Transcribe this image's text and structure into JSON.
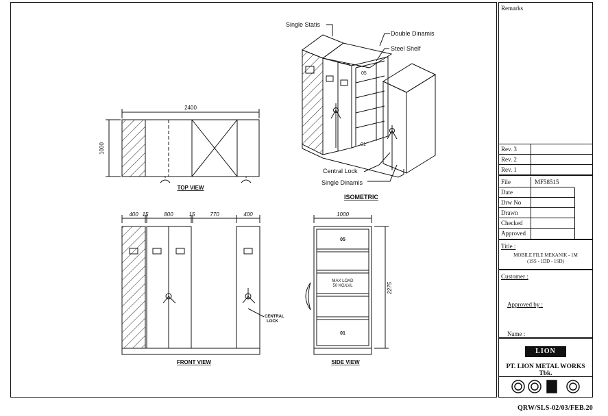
{
  "drawing": {
    "top_view": {
      "width_dim": "2400",
      "depth_dim": "1000",
      "caption": "TOP VIEW"
    },
    "front_view": {
      "dims": [
        "400",
        "15",
        "800",
        "15",
        "770",
        "400"
      ],
      "caption": "FRONT VIEW",
      "lock_label_1": "CENTRAL",
      "lock_label_2": "LOCK"
    },
    "side_view": {
      "width_dim": "1000",
      "height_dim": "2275",
      "shelf_top": "05",
      "max_load_1": "MAX LOAD",
      "max_load_2": "50 KG/LVL",
      "shelf_bottom": "01",
      "caption": "SIDE VIEW"
    },
    "isometric": {
      "caption": "ISOMETRIC",
      "callouts": [
        "Single Statis",
        "Double Dinamis",
        "Steel Shelf",
        "Central Lock",
        "Single Dinamis"
      ],
      "shelf_top": "05",
      "shelf_bottom": "01"
    }
  },
  "title_block": {
    "remarks": "Remarks",
    "rev3": "Rev. 3",
    "rev2": "Rev. 2",
    "rev1": "Rev. 1",
    "file_label": "File",
    "file_value": "MF58515",
    "date_label": "Date",
    "drwno_label": "Drw No",
    "drawn_label": "Drawn",
    "checked_label": "Checked",
    "approved_label": "Approved",
    "title_label": "Title :",
    "title_line1": "MOBILE FILE MEKANIK - 1M",
    "title_line2": "(1SS - 1DD - 1SD)",
    "customer_label": "Customer :",
    "approved_by": "Approved by :",
    "name_label": "Name :",
    "logo_text": "LION",
    "company": "PT. LION METAL WORKS Tbk."
  },
  "doc_code": "QRW/SLS-02/03/FEB.20"
}
